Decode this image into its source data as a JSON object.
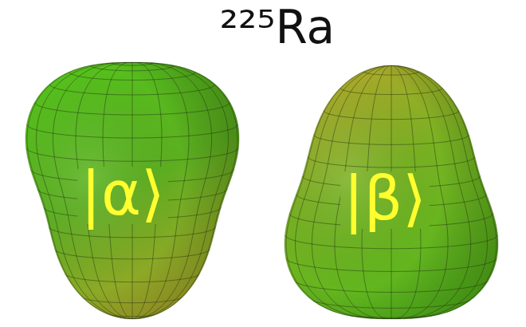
{
  "diagram": {
    "title": "²²⁵Ra",
    "nodes": [
      {
        "text": [
          "|α⟩"
        ]
      },
      {
        "text": [
          "|β⟩"
        ]
      }
    ]
  }
}
